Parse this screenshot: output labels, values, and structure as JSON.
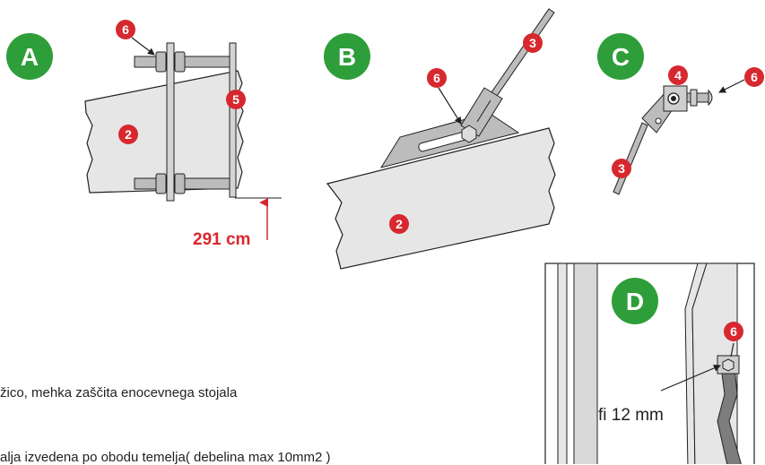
{
  "panels": {
    "a": {
      "letter": "A"
    },
    "b": {
      "letter": "B"
    },
    "c": {
      "letter": "C"
    },
    "d": {
      "letter": "D"
    }
  },
  "callouts": {
    "a_bolt": "6",
    "a_post": "2",
    "a_plate": "5",
    "b_bolt": "6",
    "b_rod": "3",
    "b_post": "2",
    "c_clamp": "4",
    "c_rod": "3",
    "c_bolt": "6",
    "d_bolt": "6"
  },
  "dimensions": {
    "height_label": "291 cm",
    "bolt_diameter_label": "fi 12 mm"
  },
  "text_lines": {
    "line1": "žico,  mehka zaščita enocevnega stojala",
    "line2": "alja izvedena po obodu temelja( debelina max 10mm2 )"
  },
  "colors": {
    "letter_badge": "#2e9e3a",
    "number_badge": "#d7282f",
    "dimension_text": "#d7282f",
    "post_fill": "#e6e6e6",
    "metal_fill": "#bcbcbc",
    "outline": "#231f20"
  }
}
